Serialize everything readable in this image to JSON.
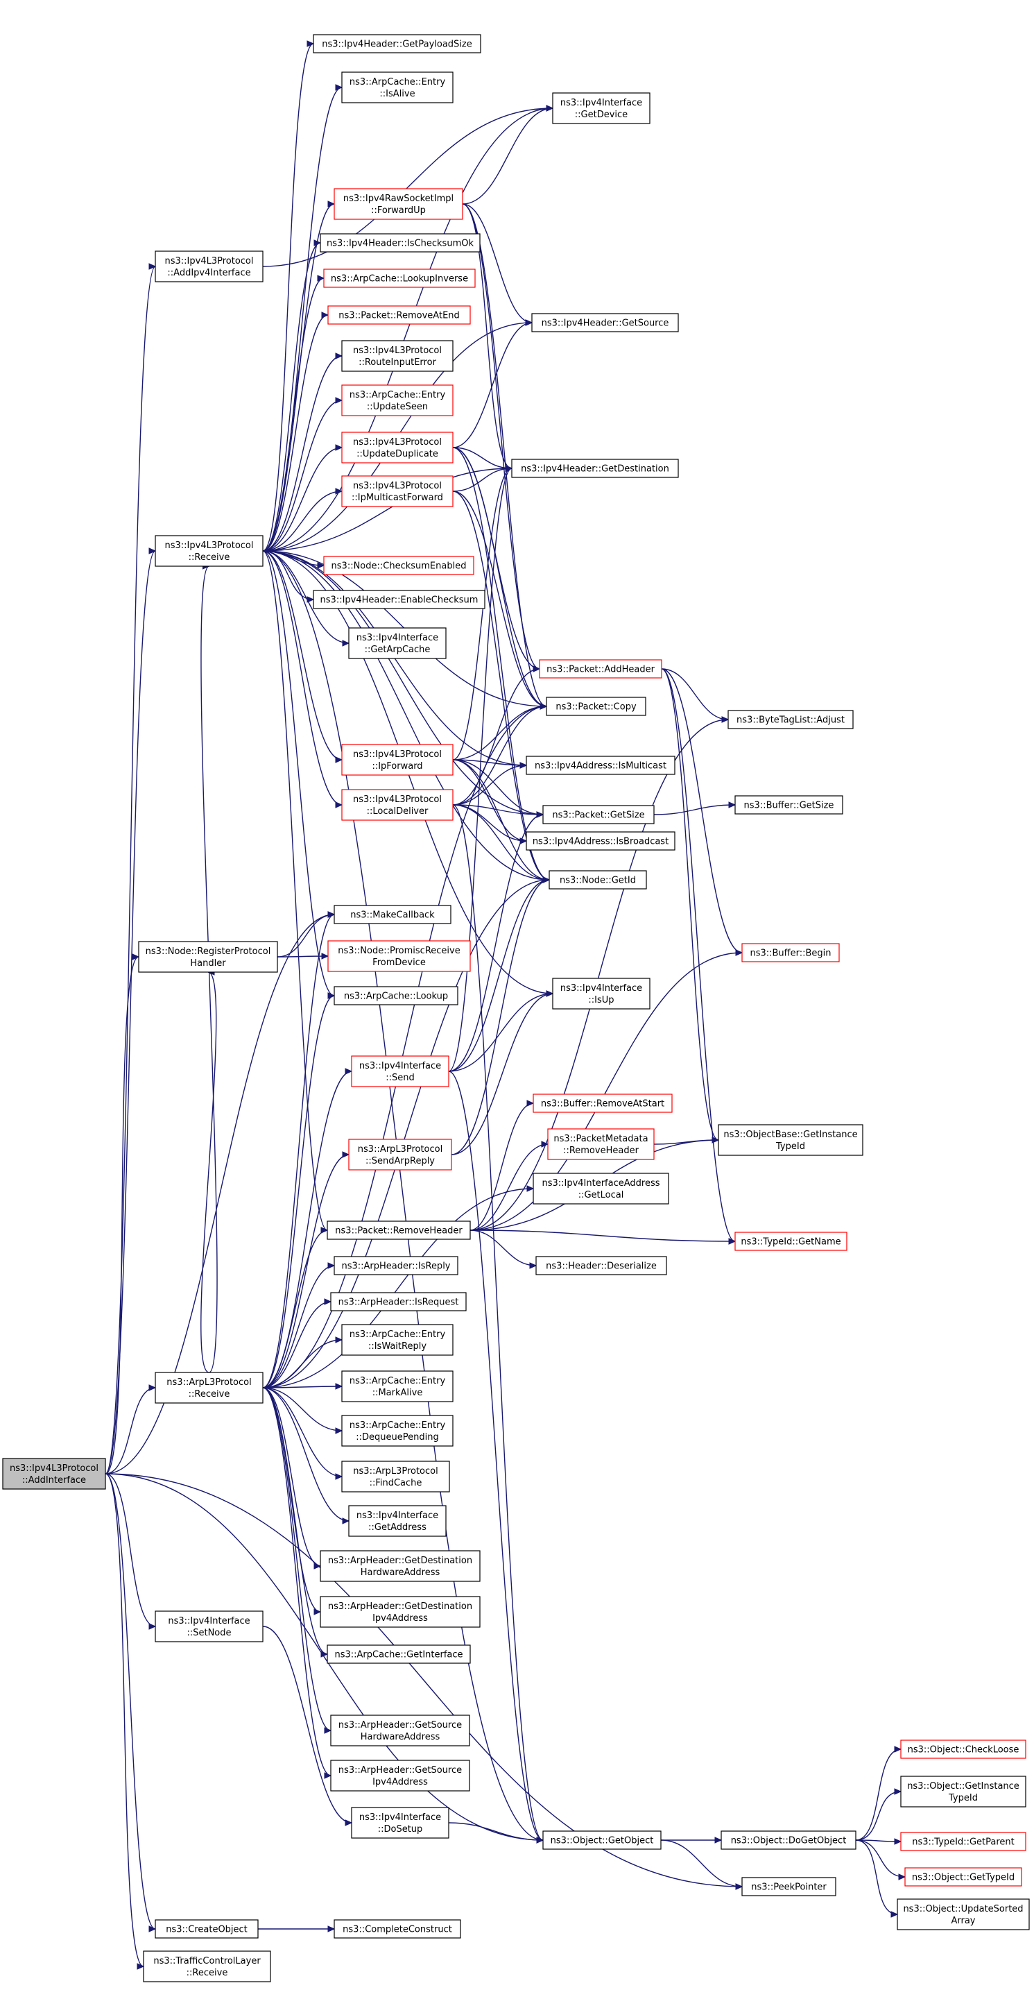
{
  "diagram": {
    "nodes": [
      {
        "id": "root",
        "lines": [
          "ns3::Ipv4L3Protocol",
          "::AddInterface"
        ],
        "style": "root"
      },
      {
        "id": "addipv4",
        "lines": [
          "ns3::Ipv4L3Protocol",
          "::AddIpv4Interface"
        ],
        "style": "black"
      },
      {
        "id": "recv",
        "lines": [
          "ns3::Ipv4L3Protocol",
          "::Receive"
        ],
        "style": "black"
      },
      {
        "id": "regproto",
        "lines": [
          "ns3::Node::RegisterProtocol",
          "Handler"
        ],
        "style": "black"
      },
      {
        "id": "arprecv",
        "lines": [
          "ns3::ArpL3Protocol",
          "::Receive"
        ],
        "style": "black"
      },
      {
        "id": "setnode",
        "lines": [
          "ns3::Ipv4Interface",
          "::SetNode"
        ],
        "style": "black"
      },
      {
        "id": "createobj",
        "lines": [
          "ns3::CreateObject"
        ],
        "style": "black"
      },
      {
        "id": "tclrecv",
        "lines": [
          "ns3::TrafficControlLayer",
          "::Receive"
        ],
        "style": "black"
      },
      {
        "id": "getpayload",
        "lines": [
          "ns3::Ipv4Header::GetPayloadSize"
        ],
        "style": "black"
      },
      {
        "id": "isalive",
        "lines": [
          "ns3::ArpCache::Entry",
          "::IsAlive"
        ],
        "style": "black"
      },
      {
        "id": "fwdup",
        "lines": [
          "ns3::Ipv4RawSocketImpl",
          "::ForwardUp"
        ],
        "style": "red"
      },
      {
        "id": "ischecksum",
        "lines": [
          "ns3::Ipv4Header::IsChecksumOk"
        ],
        "style": "black"
      },
      {
        "id": "lookupinv",
        "lines": [
          "ns3::ArpCache::LookupInverse"
        ],
        "style": "red"
      },
      {
        "id": "removeatend",
        "lines": [
          "ns3::Packet::RemoveAtEnd"
        ],
        "style": "red"
      },
      {
        "id": "routeinerr",
        "lines": [
          "ns3::Ipv4L3Protocol",
          "::RouteInputError"
        ],
        "style": "black"
      },
      {
        "id": "updateseen",
        "lines": [
          "ns3::ArpCache::Entry",
          "::UpdateSeen"
        ],
        "style": "red"
      },
      {
        "id": "updatedup",
        "lines": [
          "ns3::Ipv4L3Protocol",
          "::UpdateDuplicate"
        ],
        "style": "red"
      },
      {
        "id": "ipmcfwd",
        "lines": [
          "ns3::Ipv4L3Protocol",
          "::IpMulticastForward"
        ],
        "style": "red"
      },
      {
        "id": "checksumen",
        "lines": [
          "ns3::Node::ChecksumEnabled"
        ],
        "style": "red"
      },
      {
        "id": "enchecksum",
        "lines": [
          "ns3::Ipv4Header::EnableChecksum"
        ],
        "style": "black"
      },
      {
        "id": "getarpcache",
        "lines": [
          "ns3::Ipv4Interface",
          "::GetArpCache"
        ],
        "style": "black"
      },
      {
        "id": "ipfwd",
        "lines": [
          "ns3::Ipv4L3Protocol",
          "::IpForward"
        ],
        "style": "red"
      },
      {
        "id": "localdeliver",
        "lines": [
          "ns3::Ipv4L3Protocol",
          "::LocalDeliver"
        ],
        "style": "red"
      },
      {
        "id": "makecb",
        "lines": [
          "ns3::MakeCallback"
        ],
        "style": "black"
      },
      {
        "id": "promisc",
        "lines": [
          "ns3::Node::PromiscReceive",
          "FromDevice"
        ],
        "style": "red"
      },
      {
        "id": "arplookup",
        "lines": [
          "ns3::ArpCache::Lookup"
        ],
        "style": "black"
      },
      {
        "id": "ifsend",
        "lines": [
          "ns3::Ipv4Interface",
          "::Send"
        ],
        "style": "red"
      },
      {
        "id": "sendarpreply",
        "lines": [
          "ns3::ArpL3Protocol",
          "::SendArpReply"
        ],
        "style": "red"
      },
      {
        "id": "removeheader",
        "lines": [
          "ns3::Packet::RemoveHeader"
        ],
        "style": "black"
      },
      {
        "id": "isreply",
        "lines": [
          "ns3::ArpHeader::IsReply"
        ],
        "style": "black"
      },
      {
        "id": "isrequest",
        "lines": [
          "ns3::ArpHeader::IsRequest"
        ],
        "style": "black"
      },
      {
        "id": "iswaitreply",
        "lines": [
          "ns3::ArpCache::Entry",
          "::IsWaitReply"
        ],
        "style": "black"
      },
      {
        "id": "markalive",
        "lines": [
          "ns3::ArpCache::Entry",
          "::MarkAlive"
        ],
        "style": "black"
      },
      {
        "id": "dequeue",
        "lines": [
          "ns3::ArpCache::Entry",
          "::DequeuePending"
        ],
        "style": "black"
      },
      {
        "id": "findcache",
        "lines": [
          "ns3::ArpL3Protocol",
          "::FindCache"
        ],
        "style": "black"
      },
      {
        "id": "getaddress",
        "lines": [
          "ns3::Ipv4Interface",
          "::GetAddress"
        ],
        "style": "black"
      },
      {
        "id": "getdsthw",
        "lines": [
          "ns3::ArpHeader::GetDestination",
          "HardwareAddress"
        ],
        "style": "black"
      },
      {
        "id": "getdstip",
        "lines": [
          "ns3::ArpHeader::GetDestination",
          "Ipv4Address"
        ],
        "style": "black"
      },
      {
        "id": "getiface",
        "lines": [
          "ns3::ArpCache::GetInterface"
        ],
        "style": "black"
      },
      {
        "id": "getsrchw",
        "lines": [
          "ns3::ArpHeader::GetSource",
          "HardwareAddress"
        ],
        "style": "black"
      },
      {
        "id": "getsrcip",
        "lines": [
          "ns3::ArpHeader::GetSource",
          "Ipv4Address"
        ],
        "style": "black"
      },
      {
        "id": "dosetup",
        "lines": [
          "ns3::Ipv4Interface",
          "::DoSetup"
        ],
        "style": "black"
      },
      {
        "id": "completeconst",
        "lines": [
          "ns3::CompleteConstruct"
        ],
        "style": "black"
      },
      {
        "id": "getdevice",
        "lines": [
          "ns3::Ipv4Interface",
          "::GetDevice"
        ],
        "style": "black"
      },
      {
        "id": "getsource",
        "lines": [
          "ns3::Ipv4Header::GetSource"
        ],
        "style": "black"
      },
      {
        "id": "getdest",
        "lines": [
          "ns3::Ipv4Header::GetDestination"
        ],
        "style": "black"
      },
      {
        "id": "addheader",
        "lines": [
          "ns3::Packet::AddHeader"
        ],
        "style": "red"
      },
      {
        "id": "pcopy",
        "lines": [
          "ns3::Packet::Copy"
        ],
        "style": "black"
      },
      {
        "id": "ismulticast",
        "lines": [
          "ns3::Ipv4Address::IsMulticast"
        ],
        "style": "black"
      },
      {
        "id": "pgetsize",
        "lines": [
          "ns3::Packet::GetSize"
        ],
        "style": "black"
      },
      {
        "id": "isbroadcast",
        "lines": [
          "ns3::Ipv4Address::IsBroadcast"
        ],
        "style": "black"
      },
      {
        "id": "nodegetid",
        "lines": [
          "ns3::Node::GetId"
        ],
        "style": "black"
      },
      {
        "id": "isup",
        "lines": [
          "ns3::Ipv4Interface",
          "::IsUp"
        ],
        "style": "black"
      },
      {
        "id": "removeatstart",
        "lines": [
          "ns3::Buffer::RemoveAtStart"
        ],
        "style": "red"
      },
      {
        "id": "pmremovehdr",
        "lines": [
          "ns3::PacketMetadata",
          "::RemoveHeader"
        ],
        "style": "red"
      },
      {
        "id": "getlocal",
        "lines": [
          "ns3::Ipv4InterfaceAddress",
          "::GetLocal"
        ],
        "style": "black"
      },
      {
        "id": "deserialize",
        "lines": [
          "ns3::Header::Deserialize"
        ],
        "style": "black"
      },
      {
        "id": "getobject",
        "lines": [
          "ns3::Object::GetObject"
        ],
        "style": "black"
      },
      {
        "id": "bytetagadj",
        "lines": [
          "ns3::ByteTagList::Adjust"
        ],
        "style": "black"
      },
      {
        "id": "bufgetsize",
        "lines": [
          "ns3::Buffer::GetSize"
        ],
        "style": "black"
      },
      {
        "id": "bufbegin",
        "lines": [
          "ns3::Buffer::Begin"
        ],
        "style": "red"
      },
      {
        "id": "getinsttid",
        "lines": [
          "ns3::ObjectBase::GetInstance",
          "TypeId"
        ],
        "style": "black"
      },
      {
        "id": "tidgetname",
        "lines": [
          "ns3::TypeId::GetName"
        ],
        "style": "red"
      },
      {
        "id": "dogetobject",
        "lines": [
          "ns3::Object::DoGetObject"
        ],
        "style": "black"
      },
      {
        "id": "peekpointer",
        "lines": [
          "ns3::PeekPointer"
        ],
        "style": "black"
      },
      {
        "id": "checkloose",
        "lines": [
          "ns3::Object::CheckLoose"
        ],
        "style": "red"
      },
      {
        "id": "objgetinst",
        "lines": [
          "ns3::Object::GetInstance",
          "TypeId"
        ],
        "style": "black"
      },
      {
        "id": "tidgetparent",
        "lines": [
          "ns3::TypeId::GetParent"
        ],
        "style": "red"
      },
      {
        "id": "objgettid",
        "lines": [
          "ns3::Object::GetTypeId"
        ],
        "style": "red"
      },
      {
        "id": "updatesorted",
        "lines": [
          "ns3::Object::UpdateSorted",
          "Array"
        ],
        "style": "black"
      }
    ],
    "edges": [
      [
        "root",
        "addipv4"
      ],
      [
        "root",
        "recv"
      ],
      [
        "root",
        "regproto"
      ],
      [
        "root",
        "arprecv"
      ],
      [
        "root",
        "setnode"
      ],
      [
        "root",
        "createobj"
      ],
      [
        "root",
        "tclrecv"
      ],
      [
        "root",
        "makecb"
      ],
      [
        "root",
        "getobject"
      ],
      [
        "root",
        "peekpointer"
      ],
      [
        "addipv4",
        "getdevice"
      ],
      [
        "recv",
        "getpayload"
      ],
      [
        "recv",
        "isalive"
      ],
      [
        "recv",
        "fwdup"
      ],
      [
        "recv",
        "ischecksum"
      ],
      [
        "recv",
        "lookupinv"
      ],
      [
        "recv",
        "removeatend"
      ],
      [
        "recv",
        "routeinerr"
      ],
      [
        "recv",
        "updateseen"
      ],
      [
        "recv",
        "updatedup"
      ],
      [
        "recv",
        "ipmcfwd"
      ],
      [
        "recv",
        "checksumen"
      ],
      [
        "recv",
        "enchecksum"
      ],
      [
        "recv",
        "getarpcache"
      ],
      [
        "recv",
        "ipfwd"
      ],
      [
        "recv",
        "localdeliver"
      ],
      [
        "recv",
        "getsource"
      ],
      [
        "recv",
        "getdest"
      ],
      [
        "recv",
        "pcopy"
      ],
      [
        "recv",
        "ismulticast"
      ],
      [
        "recv",
        "pgetsize"
      ],
      [
        "recv",
        "nodegetid"
      ],
      [
        "recv",
        "removeheader"
      ],
      [
        "recv",
        "getdevice"
      ],
      [
        "recv",
        "arplookup"
      ],
      [
        "recv",
        "isup"
      ],
      [
        "recv",
        "getobject"
      ],
      [
        "regproto",
        "makecb"
      ],
      [
        "regproto",
        "promisc"
      ],
      [
        "arprecv",
        "recv"
      ],
      [
        "arprecv",
        "regproto"
      ],
      [
        "arprecv",
        "arplookup"
      ],
      [
        "arprecv",
        "ifsend"
      ],
      [
        "arprecv",
        "sendarpreply"
      ],
      [
        "arprecv",
        "removeheader"
      ],
      [
        "arprecv",
        "isreply"
      ],
      [
        "arprecv",
        "isrequest"
      ],
      [
        "arprecv",
        "iswaitreply"
      ],
      [
        "arprecv",
        "markalive"
      ],
      [
        "arprecv",
        "dequeue"
      ],
      [
        "arprecv",
        "findcache"
      ],
      [
        "arprecv",
        "getaddress"
      ],
      [
        "arprecv",
        "getdsthw"
      ],
      [
        "arprecv",
        "getdstip"
      ],
      [
        "arprecv",
        "getiface"
      ],
      [
        "arprecv",
        "getsrchw"
      ],
      [
        "arprecv",
        "getsrcip"
      ],
      [
        "arprecv",
        "getlocal"
      ],
      [
        "arprecv",
        "nodegetid"
      ],
      [
        "arprecv",
        "pcopy"
      ],
      [
        "arprecv",
        "makecb"
      ],
      [
        "setnode",
        "dosetup"
      ],
      [
        "createobj",
        "completeconst"
      ],
      [
        "fwdup",
        "getdevice"
      ],
      [
        "fwdup",
        "getsource"
      ],
      [
        "fwdup",
        "getdest"
      ],
      [
        "fwdup",
        "addheader"
      ],
      [
        "fwdup",
        "pcopy"
      ],
      [
        "updatedup",
        "getsource"
      ],
      [
        "updatedup",
        "getdest"
      ],
      [
        "updatedup",
        "addheader"
      ],
      [
        "updatedup",
        "pcopy"
      ],
      [
        "updatedup",
        "nodegetid"
      ],
      [
        "ipmcfwd",
        "getdest"
      ],
      [
        "ipmcfwd",
        "pcopy"
      ],
      [
        "ipmcfwd",
        "nodegetid"
      ],
      [
        "ipfwd",
        "getdest"
      ],
      [
        "ipfwd",
        "pcopy"
      ],
      [
        "ipfwd",
        "ismulticast"
      ],
      [
        "ipfwd",
        "pgetsize"
      ],
      [
        "ipfwd",
        "isbroadcast"
      ],
      [
        "ipfwd",
        "nodegetid"
      ],
      [
        "localdeliver",
        "addheader"
      ],
      [
        "localdeliver",
        "pcopy"
      ],
      [
        "localdeliver",
        "ismulticast"
      ],
      [
        "localdeliver",
        "pgetsize"
      ],
      [
        "localdeliver",
        "isbroadcast"
      ],
      [
        "localdeliver",
        "nodegetid"
      ],
      [
        "localdeliver",
        "getobject"
      ],
      [
        "ifsend",
        "getdest"
      ],
      [
        "ifsend",
        "pgetsize"
      ],
      [
        "ifsend",
        "nodegetid"
      ],
      [
        "ifsend",
        "isup"
      ],
      [
        "ifsend",
        "getobject"
      ],
      [
        "sendarpreply",
        "nodegetid"
      ],
      [
        "sendarpreply",
        "isup"
      ],
      [
        "removeheader",
        "removeatstart"
      ],
      [
        "removeheader",
        "pmremovehdr"
      ],
      [
        "removeheader",
        "deserialize"
      ],
      [
        "removeheader",
        "bytetagadj"
      ],
      [
        "removeheader",
        "bufbegin"
      ],
      [
        "removeheader",
        "getinsttid"
      ],
      [
        "removeheader",
        "tidgetname"
      ],
      [
        "addheader",
        "bytetagadj"
      ],
      [
        "addheader",
        "bufbegin"
      ],
      [
        "addheader",
        "getinsttid"
      ],
      [
        "addheader",
        "tidgetname"
      ],
      [
        "pgetsize",
        "bufgetsize"
      ],
      [
        "pmremovehdr",
        "getinsttid"
      ],
      [
        "dosetup",
        "getobject"
      ],
      [
        "getobject",
        "dogetobject"
      ],
      [
        "getobject",
        "peekpointer"
      ],
      [
        "dogetobject",
        "checkloose"
      ],
      [
        "dogetobject",
        "objgetinst"
      ],
      [
        "dogetobject",
        "tidgetparent"
      ],
      [
        "dogetobject",
        "objgettid"
      ],
      [
        "dogetobject",
        "updatesorted"
      ]
    ]
  }
}
